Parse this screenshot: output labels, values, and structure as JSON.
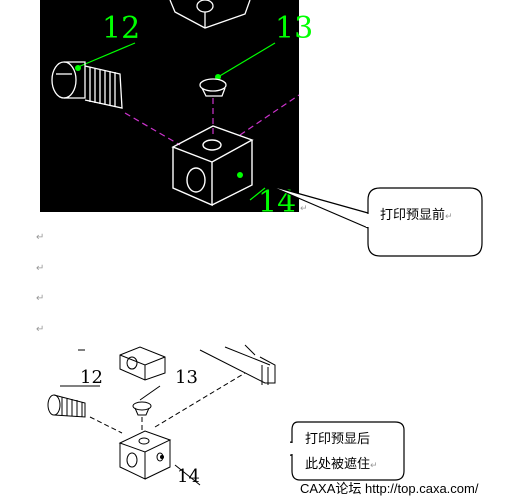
{
  "top_drawing": {
    "labels": [
      "12",
      "13",
      "14"
    ]
  },
  "callout_top": {
    "text": "打印预显前"
  },
  "bottom_drawing": {
    "labels": [
      "12",
      "13",
      "14"
    ]
  },
  "callout_bottom": {
    "line1": "打印预显后",
    "line2": "此处被遮住"
  },
  "paragraph_mark": "↵",
  "watermark": "CAXA论坛 http://top.caxa.com/",
  "colors": {
    "cad_background": "#000000",
    "label_green": "#00ff00",
    "dash_magenta": "#cc33cc"
  }
}
